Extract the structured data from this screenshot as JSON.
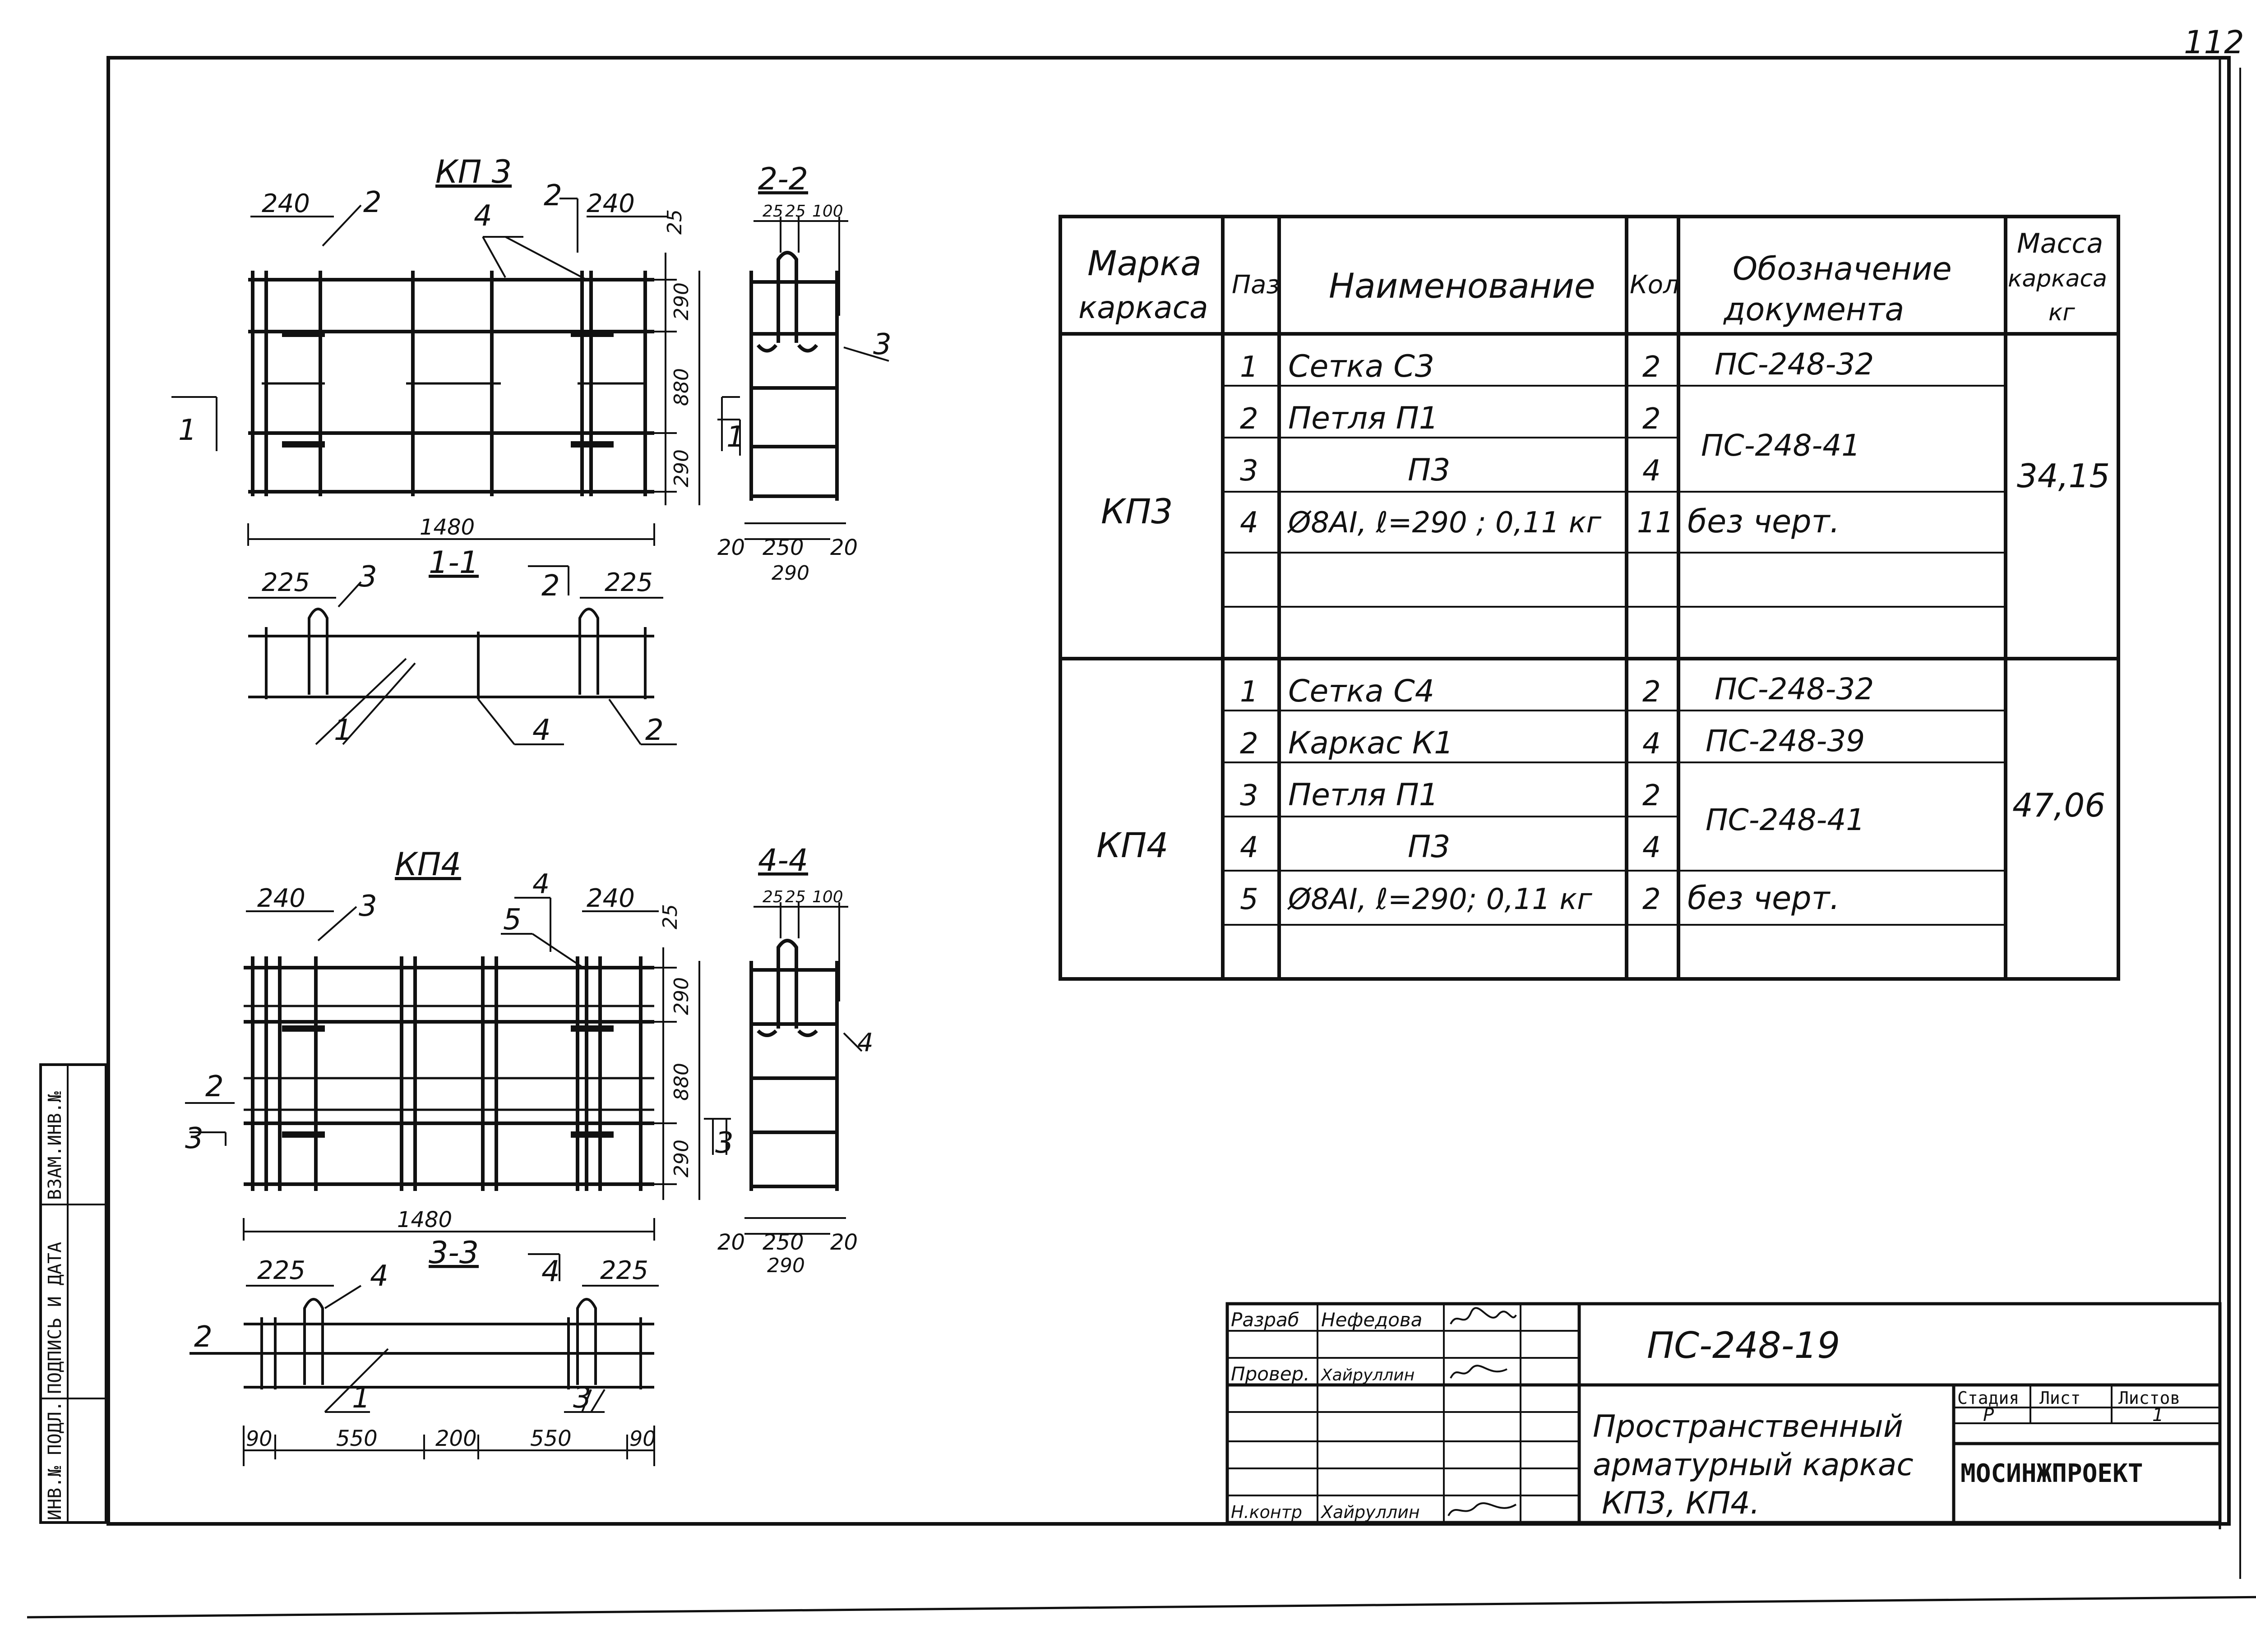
{
  "page_number": "112",
  "spec_table": {
    "headers": {
      "mark": [
        "Марка",
        "каркаса"
      ],
      "pos": "Паз",
      "name": "Наименование",
      "qty": "Кол",
      "doc": [
        "Обозначение",
        "документа"
      ],
      "mass": [
        "Масса",
        "каркаса",
        "кг"
      ]
    },
    "groups": [
      {
        "mark": "КП3",
        "mass": "34,15",
        "rows": [
          {
            "pos": "1",
            "name": "Сетка  С3",
            "qty": "2",
            "doc": "ПС-248-32"
          },
          {
            "pos": "2",
            "name": "Петля  П1",
            "qty": "2",
            "doc": "ПС-248-41"
          },
          {
            "pos": "3",
            "name": "П3",
            "qty": "4",
            "doc": ""
          },
          {
            "pos": "4",
            "name": "Ø8АI, ℓ=290 ; 0,11 кг",
            "qty": "11",
            "doc": "без  черт."
          }
        ]
      },
      {
        "mark": "КП4",
        "mass": "47,06",
        "rows": [
          {
            "pos": "1",
            "name": "Сетка  С4",
            "qty": "2",
            "doc": "ПС-248-32"
          },
          {
            "pos": "2",
            "name": "Каркас  К1",
            "qty": "4",
            "doc": "ПС-248-39"
          },
          {
            "pos": "3",
            "name": "Петля  П1",
            "qty": "2",
            "doc": "ПС-248-41"
          },
          {
            "pos": "4",
            "name": "П3",
            "qty": "4",
            "doc": ""
          },
          {
            "pos": "5",
            "name": "Ø8АI, ℓ=290; 0,11 кг",
            "qty": "2",
            "doc": "без  черт."
          }
        ]
      }
    ]
  },
  "drawings": {
    "kp3": {
      "title": "КП 3",
      "dims": {
        "left": "240",
        "right": "240",
        "top": "25",
        "h1": "290",
        "h2": "880",
        "h3": "290",
        "total": "1480"
      },
      "callouts": {
        "c2a": "2",
        "c4": "4",
        "c2b": "2"
      },
      "section_marks": {
        "s1": "1"
      }
    },
    "sec22": {
      "title": "2-2",
      "dims": {
        "d1": "25",
        "d2": "25",
        "d3": "100",
        "b1": "20",
        "b2": "250",
        "b3": "20",
        "b4": "290"
      },
      "callouts": {
        "c3": "3"
      },
      "section_marks": {
        "s1": "1"
      }
    },
    "sec11": {
      "title": "1-1",
      "dims": {
        "left": "225",
        "right": "225"
      },
      "callouts": {
        "c3": "3",
        "c1": "1",
        "c4": "4",
        "c2": "2"
      },
      "section_marks": {
        "s2": "2"
      }
    },
    "kp4": {
      "title": "КП4",
      "dims": {
        "left": "240",
        "right": "240",
        "top": "25",
        "h1": "290",
        "h2": "880",
        "h3": "290",
        "total": "1480"
      },
      "callouts": {
        "c3": "3",
        "c4": "4",
        "c5": "5",
        "c2": "2"
      },
      "section_marks": {
        "s3": "3"
      }
    },
    "sec44": {
      "title": "4-4",
      "dims": {
        "d1": "25",
        "d2": "25",
        "d3": "100",
        "b1": "20",
        "b2": "250",
        "b3": "20",
        "b4": "290"
      },
      "callouts": {
        "c4": "4"
      },
      "section_marks": {
        "s3": "3"
      }
    },
    "sec33": {
      "title": "3-3",
      "dims": {
        "left": "225",
        "right": "225",
        "b1": "90",
        "b2": "550",
        "b3": "200",
        "b4": "550",
        "b5": "90"
      },
      "callouts": {
        "c4": "4",
        "c2": "2",
        "c1": "1",
        "c3": "3"
      },
      "section_marks": {
        "s4": "4"
      }
    }
  },
  "side_stamp": {
    "labels": [
      "ИНВ.№ ПОДЛ.",
      "ПОДПИСЬ И ДАТА",
      "ВЗАМ.ИНВ.№"
    ]
  },
  "title_block": {
    "roles": [
      {
        "role": "Разраб",
        "name": "Нефедова"
      },
      {
        "role": "Провер.",
        "name": "Хайруллин"
      },
      {
        "role": "",
        "name": ""
      },
      {
        "role": "",
        "name": ""
      },
      {
        "role": "",
        "name": ""
      },
      {
        "role": "Н.контр",
        "name": "Хайруллин"
      }
    ],
    "doc_code": "ПС-248-19",
    "title_lines": [
      "Пространственный",
      "арматурный  каркас",
      "КП3,  КП4."
    ],
    "stage_labels": [
      "Стадия",
      "Лист",
      "Листов"
    ],
    "stage": "Р",
    "sheet": "",
    "sheets": "1",
    "org": "МОСИНЖПРОЕКТ"
  }
}
